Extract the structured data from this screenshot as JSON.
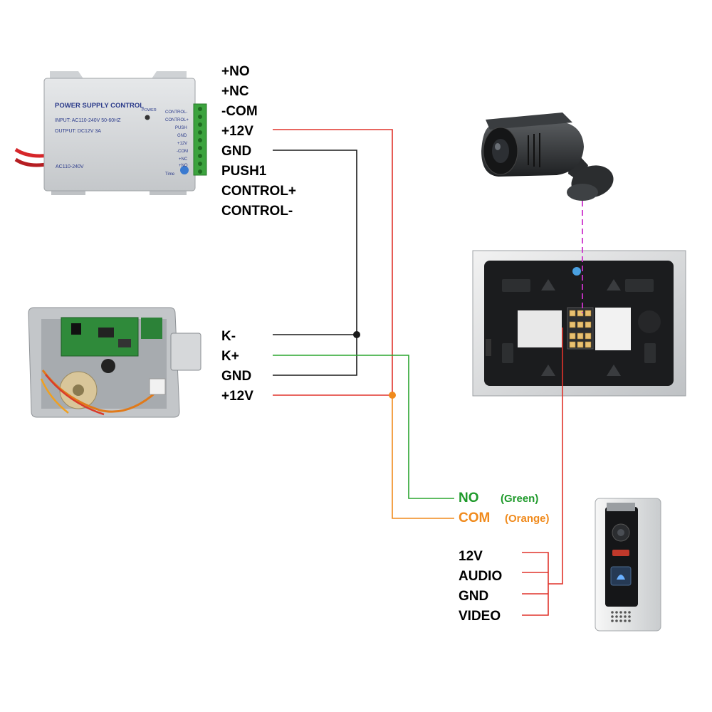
{
  "colors": {
    "red_wire": "#e0332b",
    "black_wire": "#1a1a1a",
    "green_wire": "#2aa52f",
    "orange_wire": "#f08a1c",
    "magenta_wire": "#cc33cc",
    "green_text": "#1f9a2b",
    "orange_text": "#f08a1c"
  },
  "power_supply": {
    "title": "POWER SUPPLY CONTROL",
    "input": "INPUT: AC110-240V 50-60HZ",
    "output": "OUTPUT: DC12V  3A",
    "ac": "AC110-240V",
    "power": "POWER",
    "time": "Time",
    "terminals": [
      "CONTROL-",
      "CONTROL+",
      "PUSH",
      "GND",
      "+12V",
      "-COM",
      "+NC",
      "+NO"
    ],
    "labels": [
      "+NO",
      "+NC",
      "-COM",
      "+12V",
      "GND",
      "PUSH1",
      "CONTROL+",
      "CONTROL-"
    ]
  },
  "lock": {
    "labels": [
      "K-",
      "K+",
      "GND",
      "+12V"
    ]
  },
  "monitor": {
    "outputs": [
      {
        "label": "NO",
        "note": "(Green)"
      },
      {
        "label": "COM",
        "note": "(Orange)"
      }
    ]
  },
  "doorbell": {
    "labels": [
      "12V",
      "AUDIO",
      "GND",
      "VIDEO"
    ]
  }
}
